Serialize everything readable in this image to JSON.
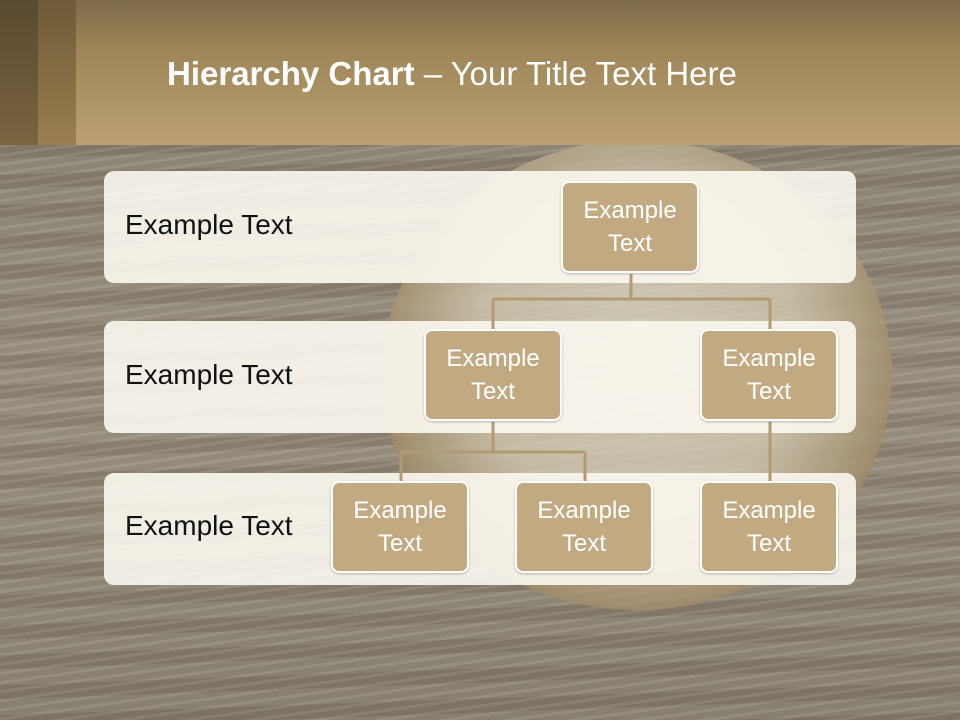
{
  "slide": {
    "title_bold": "Hierarchy Chart",
    "title_rest": " – Your Title Text Here"
  },
  "rows": [
    {
      "label": "Example Text"
    },
    {
      "label": "Example Text"
    },
    {
      "label": "Example Text"
    }
  ],
  "nodes": {
    "root": "Example Text",
    "mid_left": "Example Text",
    "mid_right": "Example Text",
    "bottom_1": "Example Text",
    "bottom_2": "Example Text",
    "bottom_3": "Example Text"
  },
  "colors": {
    "header": "#9e8658",
    "node_fill": "#c1aa82",
    "connector": "#b29a72"
  }
}
